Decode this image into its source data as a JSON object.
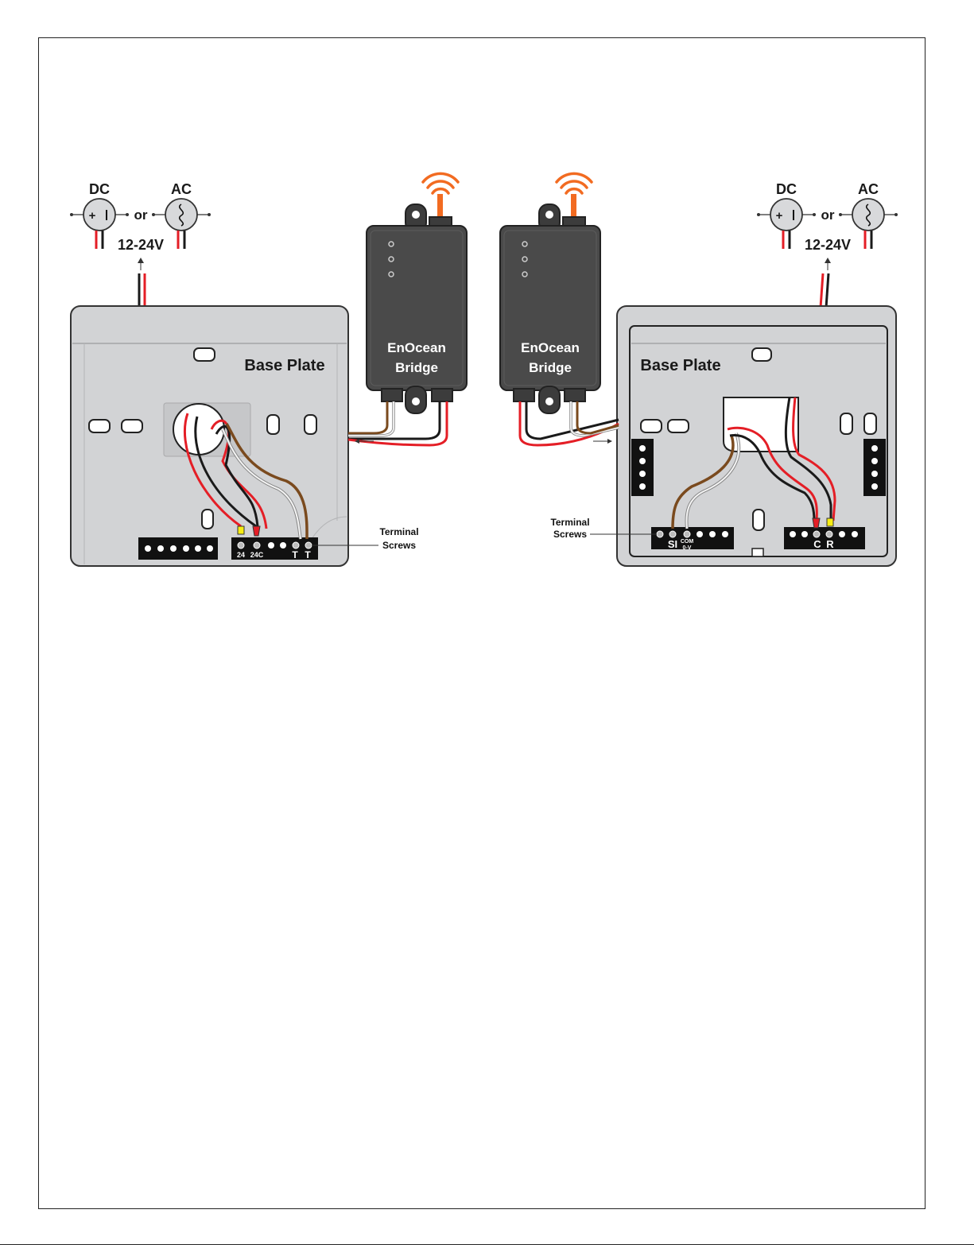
{
  "power": {
    "dc_label": "DC",
    "ac_label": "AC",
    "or_label": "or",
    "voltage_label": "12-24V",
    "plus_sign": "+"
  },
  "bridge": {
    "line1": "EnOcean",
    "line2": "Bridge"
  },
  "base_plate_label": "Base Plate",
  "terminal_screws": {
    "line1": "Terminal",
    "line2": "Screws"
  },
  "left_terminals": {
    "t24": "24",
    "t24c": "24C",
    "t1": "T",
    "t2": "T"
  },
  "right_terminals": {
    "si": "SI",
    "com": "COM",
    "ov": "0-V",
    "c": "C",
    "r": "R"
  },
  "colors": {
    "wire_red": "#e41e26",
    "wire_black": "#1a1a1a",
    "wire_brown": "#7a4a1e",
    "wire_white": "#f4f4f4",
    "antenna_orange": "#f26b21",
    "bridge_body": "#4a4a4a",
    "base_plate": "#d2d3d5",
    "terminal_yellow": "#f7ec13"
  }
}
